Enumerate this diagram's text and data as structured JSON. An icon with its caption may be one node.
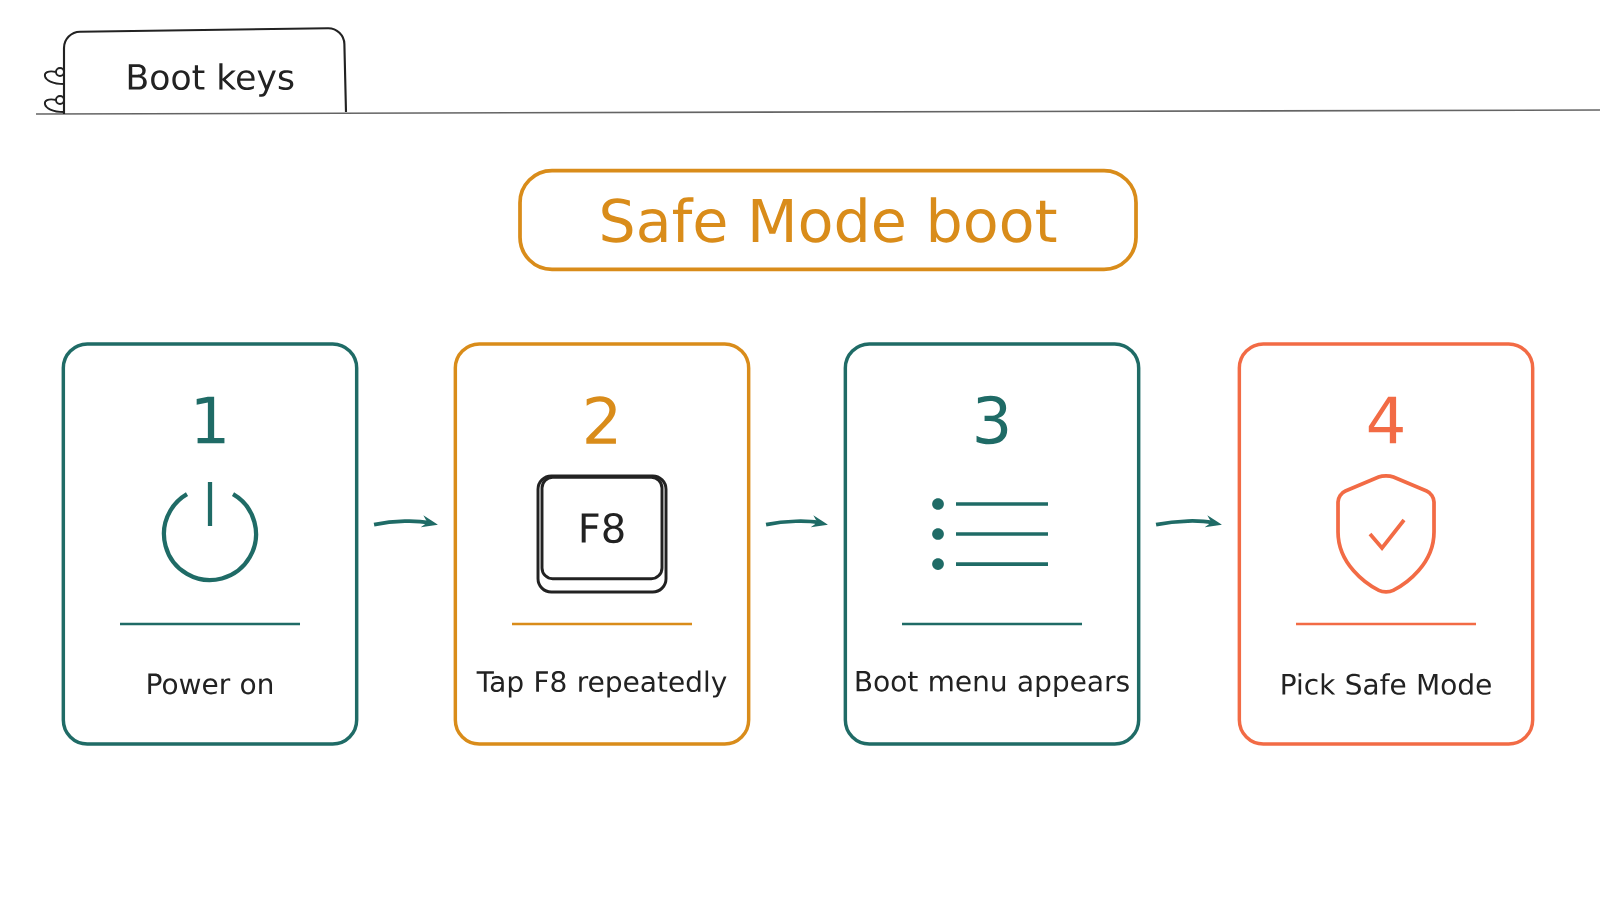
{
  "diagram": {
    "title": "Safe Mode boot",
    "nodes": [
      {
        "text": [
          "1",
          "Power on"
        ]
      },
      {
        "text": [
          "2",
          "Tap F8 repeatedly"
        ]
      },
      {
        "text": [
          "F8"
        ],
        "in": 1
      },
      {
        "text": [
          "3",
          "Boot menu appears"
        ]
      },
      {
        "text": [
          "4",
          "Pick Safe Mode"
        ]
      }
    ],
    "edges": [
      {
        "from": 0,
        "to": 1,
        "arrow": "to"
      },
      {
        "from": 1,
        "to": 3,
        "arrow": "to"
      },
      {
        "from": 3,
        "to": 4,
        "arrow": "to"
      }
    ],
    "labels": [
      "Boot keys"
    ]
  }
}
